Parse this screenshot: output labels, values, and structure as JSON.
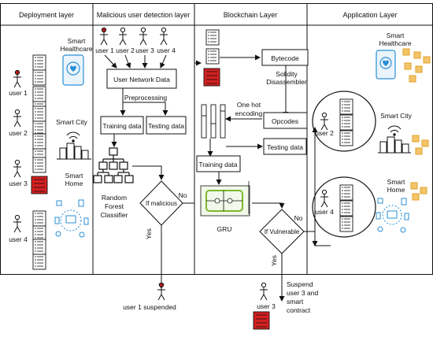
{
  "columns": {
    "deployment": "Deployment layer",
    "detection": "Malicious user detection layer",
    "blockchain": "Blockchain Layer",
    "application": "Application Layer"
  },
  "deployment": {
    "users": [
      "user 1",
      "user 2",
      "user 3",
      "user 4"
    ],
    "smart_healthcare": [
      "Smart",
      "Healthcare"
    ],
    "smart_city": "Smart City",
    "smart_home": [
      "Smart",
      "Home"
    ]
  },
  "detection": {
    "users": [
      "user 1",
      "user 2",
      "user 3",
      "user 4"
    ],
    "user_network_data": "User Network Data",
    "preprocessing": "Preprocessing",
    "training_data": "Training data",
    "testing_data": "Testing data",
    "classifier": [
      "Random",
      "Forest",
      "Classifier"
    ],
    "decision": "If malicious",
    "no": "No",
    "yes": "Yes",
    "suspended": "user 1 suspended"
  },
  "blockchain": {
    "bytecode": "Bytecode",
    "disassembler": [
      "Solidity",
      "Disassembler"
    ],
    "encoding": [
      "One hot",
      "encoding"
    ],
    "opcodes": "Opcodes",
    "testing_data": "Testing data",
    "training_data": "Training data",
    "gru": "GRU",
    "decision": "If Vulnerable",
    "no": "No",
    "yes": "Yes",
    "suspend": [
      "Suspend",
      "user 3 and",
      "smart",
      "contract"
    ],
    "user3": "user 3"
  },
  "application": {
    "smart_healthcare": [
      "Smart",
      "Healthcare"
    ],
    "smart_city": "Smart City",
    "smart_home": [
      "Smart",
      "Home"
    ],
    "user2": "user 2",
    "user4": "user 4"
  },
  "colors": {
    "line": "#111111",
    "malicious": "#b81d1d",
    "accent_blue": "#2a8fd6",
    "accent_gold": "#e0a12a",
    "gru_green": "#7cb82f"
  }
}
